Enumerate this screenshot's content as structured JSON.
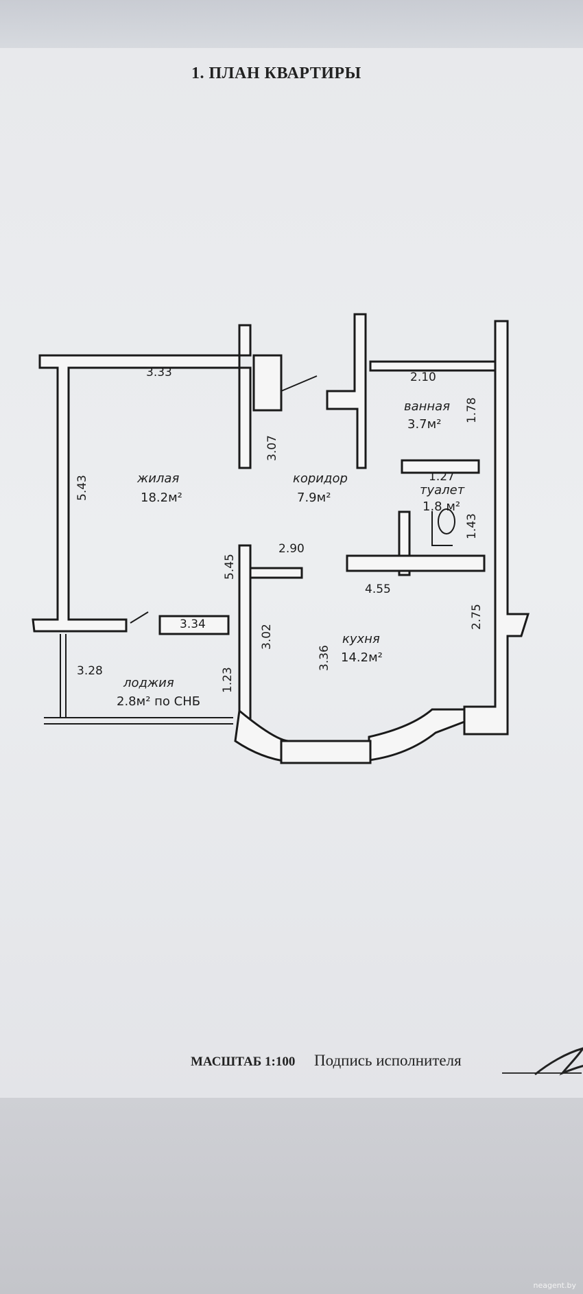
{
  "title": "1. ПЛАН КВАРТИРЫ",
  "rooms": [
    {
      "name": "жилая",
      "area": "18.2м²"
    },
    {
      "name": "коридор",
      "area": "7.9м²"
    },
    {
      "name": "ванная",
      "area": "3.7м²"
    },
    {
      "name": "туалет",
      "area": "1.8 м²"
    },
    {
      "name": "кухня",
      "area": "14.2м²"
    },
    {
      "name": "лоджия",
      "area": "2.8м² по СНБ"
    }
  ],
  "dimensions": {
    "living_width": "3.33",
    "living_height": "5.43",
    "corridor_height": "3.07",
    "corridor_width": "2.90",
    "corridor_wall": "5.45",
    "bath_width": "2.10",
    "bath_height": "1.78",
    "toilet_width": "1.27",
    "toilet_height": "1.43",
    "kitchen_width": "4.55",
    "kitchen_left": "3.02",
    "kitchen_depth": "3.36",
    "kitchen_right": "2.75",
    "living_bottom": "3.34",
    "loggia_width": "3.28",
    "loggia_depth": "1.23"
  },
  "footer": {
    "scale": "МАСШТАБ 1:100",
    "signature_label": "Подпись исполнителя"
  },
  "watermark": "neagent.by",
  "colors": {
    "wall": "#ffffff",
    "line": "#1a1a1a",
    "paper": "#e8e9ec"
  }
}
